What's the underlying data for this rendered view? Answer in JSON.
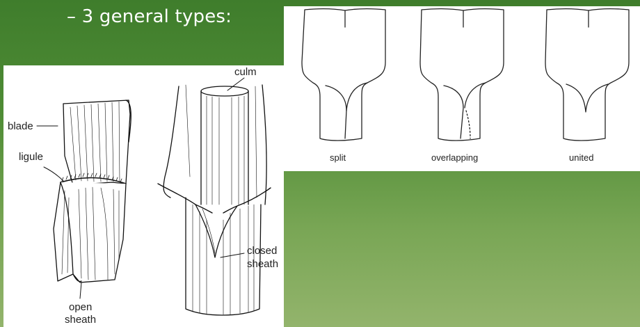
{
  "slide": {
    "title": "– 3 general types:",
    "background_top": "#3f7d2c",
    "background_bottom": "#93b46c"
  },
  "left_figure": {
    "labels": {
      "blade": "blade",
      "ligule": "ligule",
      "open_sheath_line1": "open",
      "open_sheath_line2": "sheath",
      "culm": "culm",
      "closed_sheath_line1": "closed",
      "closed_sheath_line2": "sheath"
    }
  },
  "right_figure": {
    "captions": [
      "split",
      "overlapping",
      "united"
    ]
  }
}
